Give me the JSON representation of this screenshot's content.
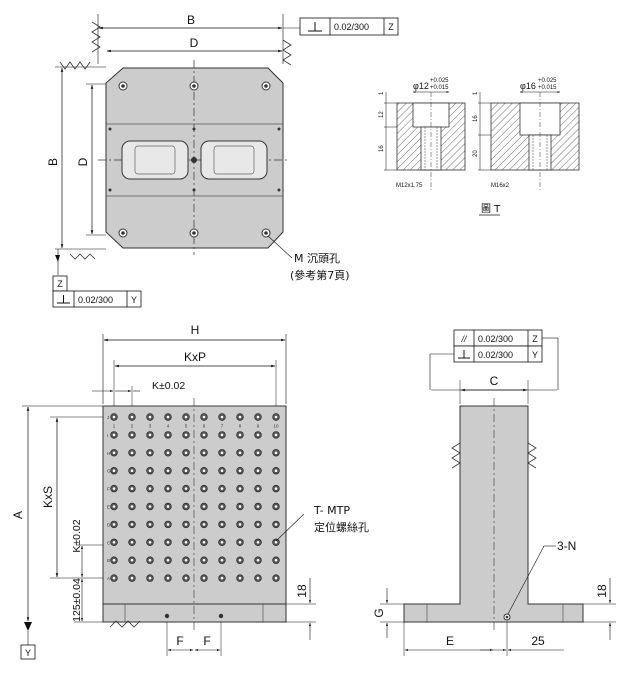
{
  "top_view": {
    "dim_width": "B",
    "dim_inner_width": "D",
    "dim_height": "B",
    "dim_inner_height": "D",
    "tol_top": {
      "value": "0.02/300",
      "datum": "Z"
    },
    "tol_left": {
      "datum_label": "Z",
      "value": "0.02/300",
      "datum": "Y"
    },
    "callout_line1": "M 沉頭孔",
    "callout_line2": "(參考第7頁)"
  },
  "detail_t": {
    "left_tol": "+0.025\n+0.015",
    "left_dia": "φ12",
    "left_tol_upper": "+0.025",
    "left_tol_lower": "+0.015",
    "left_dims": [
      "1",
      "12",
      "16"
    ],
    "left_thread": "M12x1.75",
    "right_dia": "φ16",
    "right_tol_upper": "+0.025",
    "right_tol_lower": "+0.015",
    "right_dims": [
      "1",
      "16",
      "20"
    ],
    "right_thread": "M16x2",
    "title": "圖 T"
  },
  "front_view": {
    "dim_width": "H",
    "dim_pitch_x": "KxP",
    "dim_k_top": "K±0.02",
    "dim_height": "A",
    "dim_pitch_y": "KxS",
    "dim_k_side": "K±0.02",
    "dim_bottom": "125±0.04",
    "dim_base": "18",
    "dim_f": "F",
    "row_letters": [
      "J",
      "I",
      "H",
      "G",
      "F",
      "E",
      "D",
      "C",
      "B",
      "A"
    ],
    "col_numbers": [
      "1",
      "2",
      "3",
      "4",
      "5",
      "6",
      "7",
      "8",
      "9",
      "10"
    ],
    "callout_line1": "T- MTP",
    "callout_line2": "定位螺絲孔",
    "datum_label": "Y"
  },
  "side_view": {
    "tol_row1": {
      "symbol": "//",
      "value": "0.02/300",
      "datum": "Z"
    },
    "tol_row2": {
      "value": "0.02/300",
      "datum": "Y"
    },
    "dim_c": "C",
    "dim_g": "G",
    "dim_base": "18",
    "dim_e": "E",
    "dim_25": "25",
    "callout": "3-N"
  }
}
